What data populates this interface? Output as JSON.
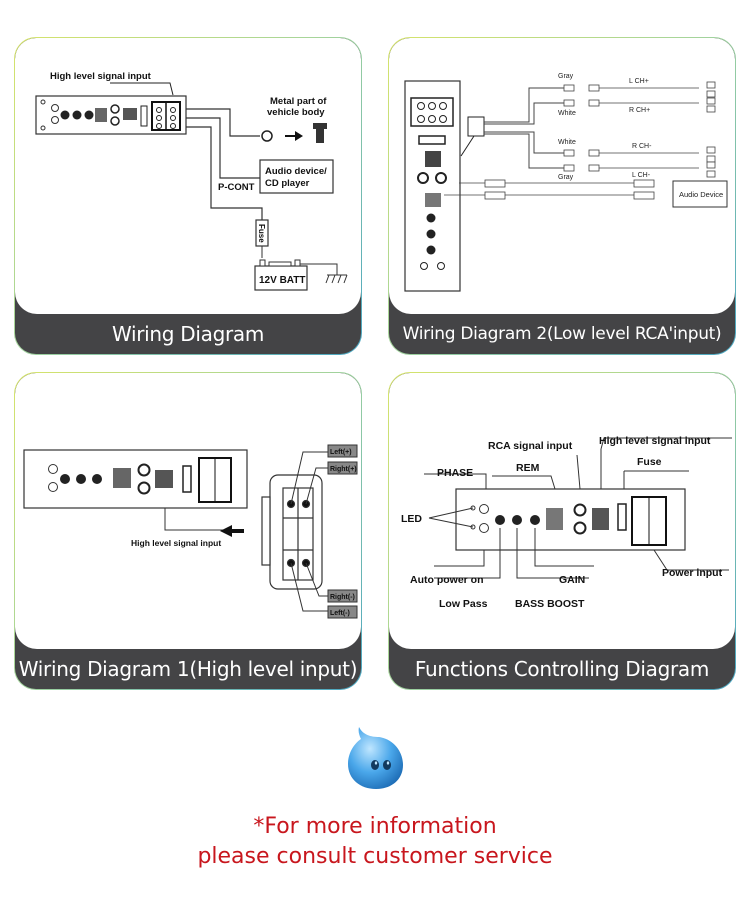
{
  "cards": [
    {
      "caption": "Wiring Diagram",
      "labels": {
        "high_level": "High level signal input",
        "metal": "Metal part of",
        "metal2": "vehicle body",
        "audio": "Audio device/",
        "audio2": "CD player",
        "pcont": "P-CONT",
        "fuse": "Fuse",
        "batt": "12V BATT"
      }
    },
    {
      "caption": "Wiring Diagram 2(Low level RCA'input)",
      "labels": {
        "gray1": "Gray",
        "white1": "White",
        "white2": "White",
        "gray2": "Gray",
        "lch_plus": "L CH+",
        "rch_plus": "R CH+",
        "rch_minus": "R CH-",
        "lch_minus": "L CH-",
        "audio_device": "Audio Device"
      }
    },
    {
      "caption": "Wiring Diagram 1(High level input)",
      "labels": {
        "high_level": "High level signal input",
        "left_plus": "Left(+)",
        "right_plus": "Right(+)",
        "right_minus": "Right(-)",
        "left_minus": "Left(-)"
      }
    },
    {
      "caption": "Functions Controlling Diagram",
      "labels": {
        "rca": "RCA signal input",
        "high_level": "High level signal input",
        "phase": "PHASE",
        "rem": "REM",
        "fuse": "Fuse",
        "led": "LED",
        "auto_power": "Auto power on",
        "gain": "GAIN",
        "power_input": "Power input",
        "low_pass": "Low Pass",
        "bass_boost": "BASS BOOST"
      }
    }
  ],
  "footer": {
    "line1": "*For more information",
    "line2": "please consult customer service"
  },
  "mascot": {
    "icon": "water-drop-mascot-icon",
    "color": "#3a9be0"
  }
}
